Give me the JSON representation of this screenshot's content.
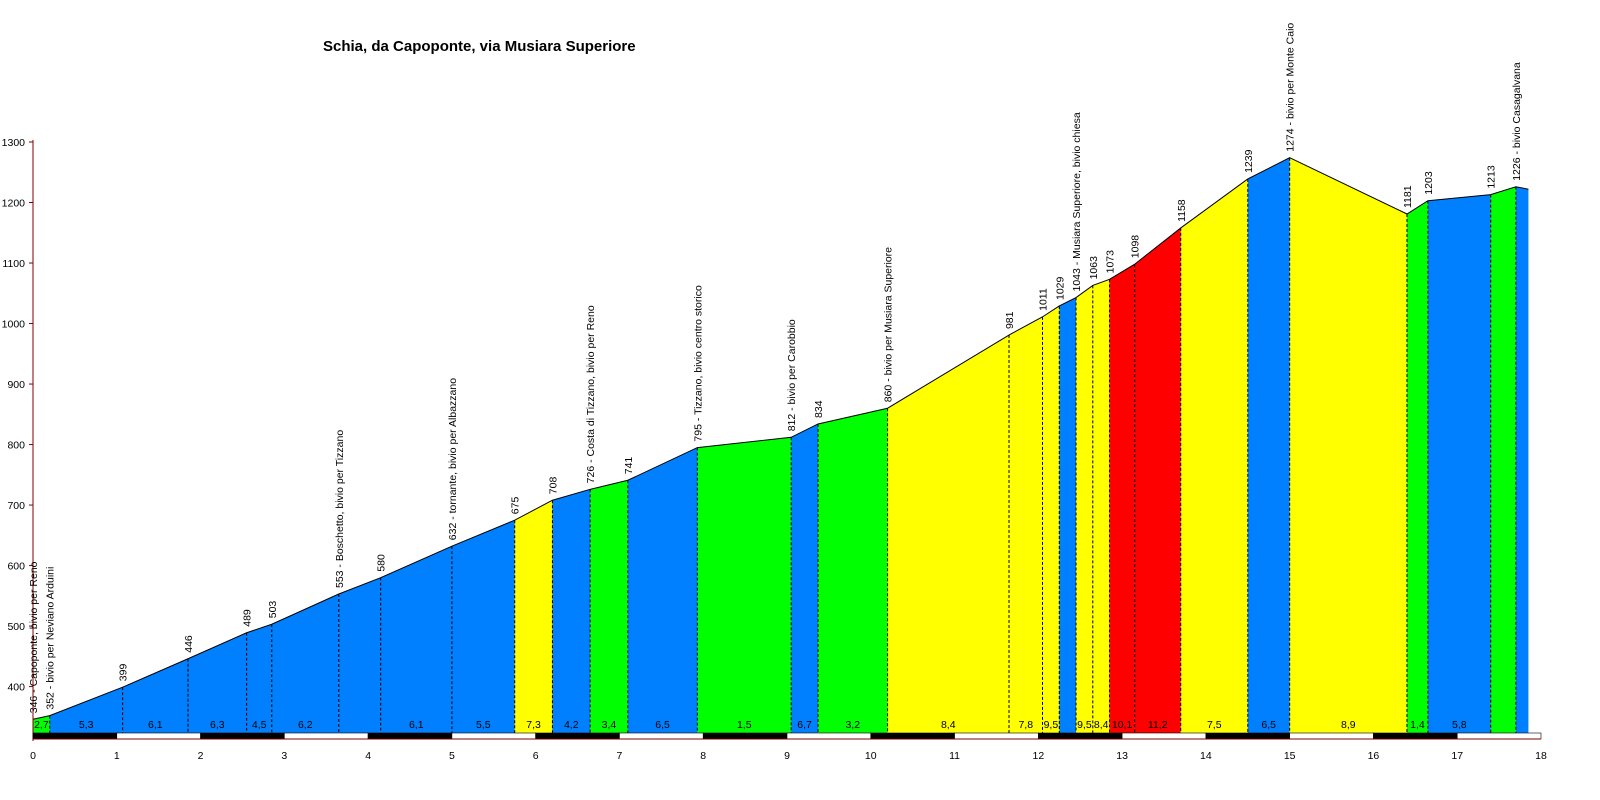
{
  "chart_data": {
    "type": "area",
    "title": "Schia, da Capoponte, via Musiara Superiore",
    "xlabel": "",
    "ylabel": "",
    "xlim": [
      0,
      18
    ],
    "ylim": [
      320,
      1300
    ],
    "x_ticks": [
      "0",
      "1",
      "2",
      "3",
      "4",
      "5",
      "6",
      "7",
      "8",
      "9",
      "10",
      "11",
      "12",
      "13",
      "14",
      "15",
      "16",
      "17",
      "18"
    ],
    "y_ticks": [
      "400",
      "500",
      "600",
      "700",
      "800",
      "900",
      "1000",
      "1100",
      "1200",
      "1300"
    ],
    "y_tick_values": [
      400,
      500,
      600,
      700,
      800,
      900,
      1000,
      1100,
      1200,
      1300
    ],
    "grid": false,
    "legend": "none",
    "colors": {
      "blue": "#0080ff",
      "yellow": "#ffff00",
      "green": "#00ff00",
      "red": "#ff0000",
      "axis": "#800000"
    },
    "points": [
      {
        "x": 0.0,
        "y": 346,
        "label": "346 - Capoponte, bivio per Reno"
      },
      {
        "x": 0.2,
        "y": 352,
        "label": "352 - bivio per Neviano Arduini"
      },
      {
        "x": 1.07,
        "y": 399,
        "label": "399"
      },
      {
        "x": 1.85,
        "y": 446,
        "label": "446"
      },
      {
        "x": 2.55,
        "y": 489,
        "label": "489"
      },
      {
        "x": 2.85,
        "y": 503,
        "label": "503"
      },
      {
        "x": 3.65,
        "y": 553,
        "label": "553 - Boschetto, bivio per Tizzano"
      },
      {
        "x": 4.15,
        "y": 580,
        "label": "580"
      },
      {
        "x": 5.0,
        "y": 632,
        "label": "632 - tornante, bivio per Albazzano"
      },
      {
        "x": 5.75,
        "y": 675,
        "label": "675"
      },
      {
        "x": 6.2,
        "y": 708,
        "label": "708"
      },
      {
        "x": 6.65,
        "y": 726,
        "label": "726 - Costa di Tizzano, bivio per Reno"
      },
      {
        "x": 7.1,
        "y": 741,
        "label": "741"
      },
      {
        "x": 7.93,
        "y": 795,
        "label": "795 - Tizzano, bivio centro storico"
      },
      {
        "x": 9.05,
        "y": 812,
        "label": "812 - bivio per Carobbio"
      },
      {
        "x": 9.37,
        "y": 834,
        "label": "834"
      },
      {
        "x": 10.2,
        "y": 860,
        "label": "860 - bivio per Musiara Superiore"
      },
      {
        "x": 11.65,
        "y": 981,
        "label": "981"
      },
      {
        "x": 12.05,
        "y": 1011,
        "label": "1011"
      },
      {
        "x": 12.25,
        "y": 1029,
        "label": "1029"
      },
      {
        "x": 12.45,
        "y": 1043,
        "label": "1043 - Musiara Superiore, bivio chiesa"
      },
      {
        "x": 12.65,
        "y": 1063,
        "label": "1063"
      },
      {
        "x": 12.85,
        "y": 1073,
        "label": "1073"
      },
      {
        "x": 13.15,
        "y": 1098,
        "label": "1098"
      },
      {
        "x": 13.7,
        "y": 1158,
        "label": "1158"
      },
      {
        "x": 14.5,
        "y": 1239,
        "label": "1239"
      },
      {
        "x": 15.0,
        "y": 1274,
        "label": "1274 - bivio per Monte Caio"
      },
      {
        "x": 16.4,
        "y": 1181,
        "label": "1181"
      },
      {
        "x": 16.65,
        "y": 1203,
        "label": "1203"
      },
      {
        "x": 17.4,
        "y": 1213,
        "label": "1213"
      },
      {
        "x": 17.7,
        "y": 1226,
        "label": "1226 - bivio Casagalvana"
      },
      {
        "x": 17.85,
        "y": 1222,
        "label": ""
      }
    ],
    "segments": [
      {
        "gradient": "2,7",
        "color": "green"
      },
      {
        "gradient": "5,3",
        "color": "blue"
      },
      {
        "gradient": "6,1",
        "color": "blue"
      },
      {
        "gradient": "6,3",
        "color": "blue"
      },
      {
        "gradient": "4,5",
        "color": "blue"
      },
      {
        "gradient": "6,2",
        "color": "blue"
      },
      {
        "gradient": "5,5",
        "color": "blue"
      },
      {
        "gradient": "6,1",
        "color": "blue"
      },
      {
        "gradient": "5,5",
        "color": "blue"
      },
      {
        "gradient": "7,3",
        "color": "yellow"
      },
      {
        "gradient": "4,2",
        "color": "blue"
      },
      {
        "gradient": "3,4",
        "color": "green"
      },
      {
        "gradient": "6,5",
        "color": "blue"
      },
      {
        "gradient": "1,5",
        "color": "green"
      },
      {
        "gradient": "6,7",
        "color": "blue"
      },
      {
        "gradient": "3,2",
        "color": "green"
      },
      {
        "gradient": "8,4",
        "color": "yellow"
      },
      {
        "gradient": "7,8",
        "color": "yellow"
      },
      {
        "gradient": "9,5",
        "color": "yellow"
      },
      {
        "gradient": "6,5",
        "color": "blue"
      },
      {
        "gradient": "9,5",
        "color": "yellow"
      },
      {
        "gradient": "8,4",
        "color": "yellow"
      },
      {
        "gradient": "10,1",
        "color": "red"
      },
      {
        "gradient": "11,2",
        "color": "red"
      },
      {
        "gradient": "7,5",
        "color": "yellow"
      },
      {
        "gradient": "6,5",
        "color": "blue"
      },
      {
        "gradient": "8,9",
        "color": "yellow"
      },
      {
        "gradient": "1,4",
        "color": "green"
      },
      {
        "gradient": "5,8",
        "color": "blue"
      },
      {
        "gradient": "",
        "color": "green"
      }
    ],
    "hidden_segment_indices": [
      6,
      19
    ]
  }
}
